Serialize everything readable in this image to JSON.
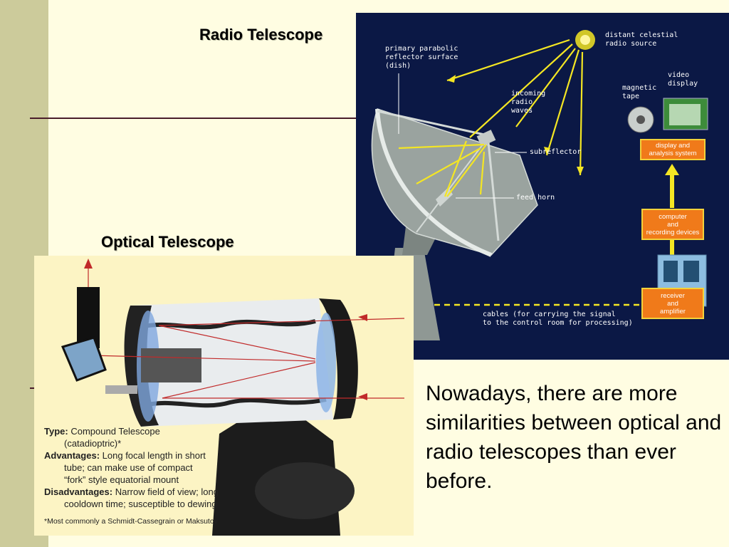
{
  "slide": {
    "radio_heading": "Radio Telescope",
    "optical_heading": "Optical Telescope",
    "body_text": "Nowadays, there are  more similarities  between optical and radio telescopes than ever before."
  },
  "radio_diagram": {
    "labels": {
      "dish": "primary parabolic\nreflector surface\n(dish)",
      "source": "distant celestial\nradio source",
      "waves": "incoming\nradio\nwaves",
      "subreflector": "subreflector",
      "feed_horn": "feed horn",
      "cables": "cables (for carrying the signal\nto the control room for processing)",
      "magnetic_tape": "magnetic\ntape",
      "video_display": "video\ndisplay"
    },
    "boxes": {
      "display": "display and\nanalysis system",
      "computer": "computer\nand\nrecording devices",
      "receiver": "receiver\nand\namplifier"
    },
    "colors": {
      "background": "#0b1845",
      "ray": "#f4e623",
      "box": "#f07a1a",
      "dish": "#9aa39f"
    }
  },
  "optical_diagram": {
    "type_key": "Type:",
    "type_val": "Compound Telescope",
    "type_val2": "(catadioptric)*",
    "adv_key": "Advantages:",
    "adv_val": "Long focal length in short",
    "adv_val2": "tube; can make use of compact",
    "adv_val3": "“fork” style equatorial mount",
    "dis_key": "Disadvantages:",
    "dis_val": "Narrow field of view; long",
    "dis_val2": "cooldown time; susceptible to dewing",
    "footnote": "*Most commonly a Schmidt-Cassegrain or Maksutov"
  }
}
